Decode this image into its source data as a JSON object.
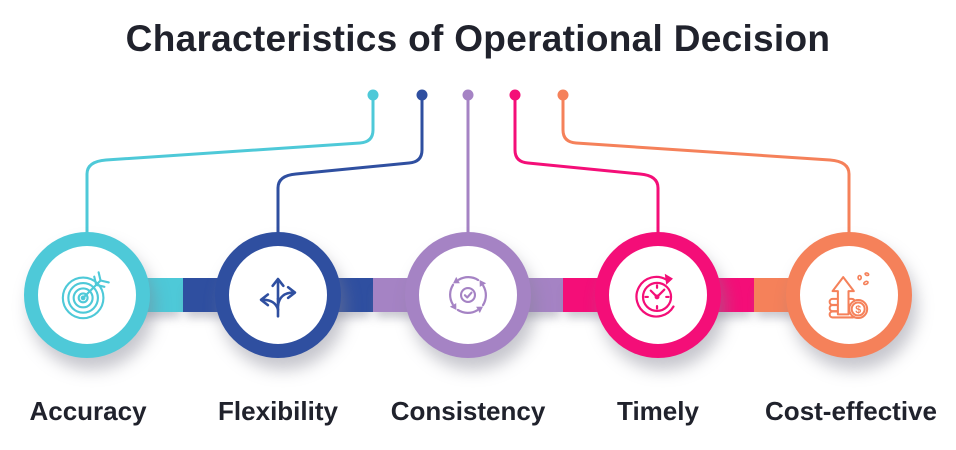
{
  "title": "Characteristics of Operational Decision",
  "items": [
    {
      "label": "Accuracy",
      "color": "#4ec9d8",
      "icon": "target-arrow-icon"
    },
    {
      "label": "Flexibility",
      "color": "#2f4fa0",
      "icon": "three-way-arrows-icon"
    },
    {
      "label": "Consistency",
      "color": "#a583c4",
      "icon": "cycle-check-icon"
    },
    {
      "label": "Timely",
      "color": "#f40e78",
      "icon": "clock-refresh-icon"
    },
    {
      "label": "Cost-effective",
      "color": "#f5815a",
      "icon": "coins-up-arrow-icon"
    }
  ],
  "symbols": {
    "dollar": "$"
  },
  "text_color": "#20222c",
  "background": "#ffffff"
}
